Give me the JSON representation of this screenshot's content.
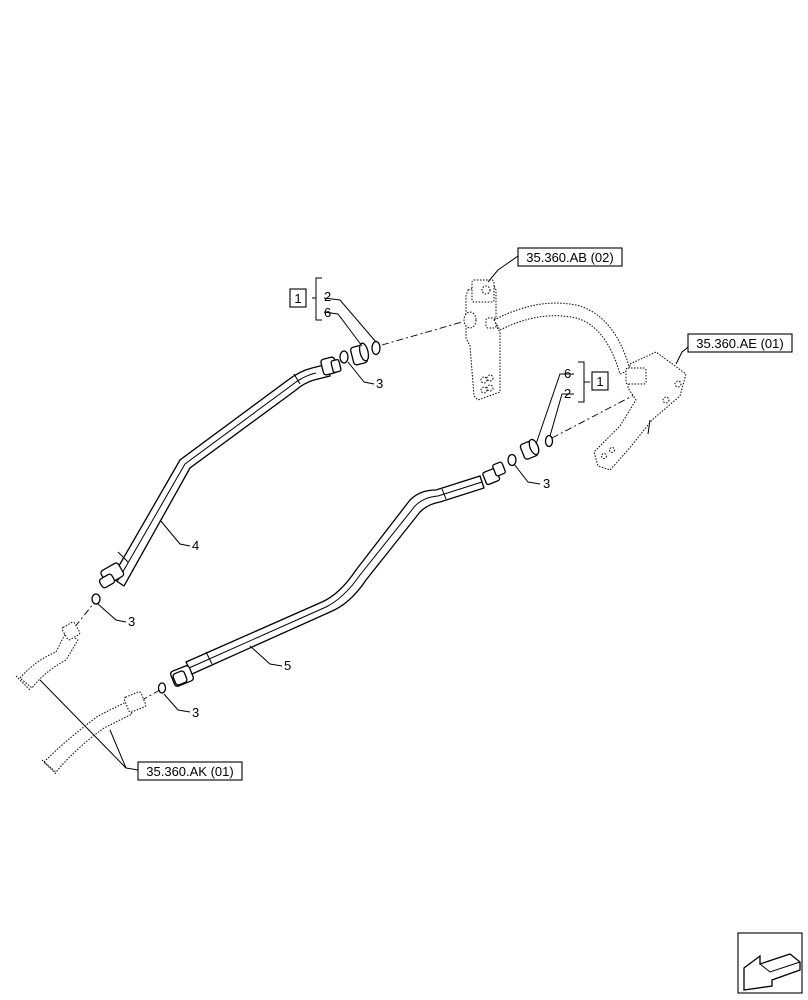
{
  "references": {
    "ab": "35.360.AB (02)",
    "ae": "35.360.AE (01)",
    "ak": "35.360.AK (01)"
  },
  "callouts": {
    "group_left": "1",
    "group_right": "1",
    "left_top": "2",
    "left_bottom": "6",
    "right_top": "6",
    "right_bottom": "2",
    "seal_upper_left": "3",
    "seal_upper_right": "3",
    "seal_lower_left": "3",
    "seal_lower_right": "3",
    "hose_4": "4",
    "hose_5": "5"
  },
  "icons": {
    "nav": "next-page-arrow-icon"
  }
}
